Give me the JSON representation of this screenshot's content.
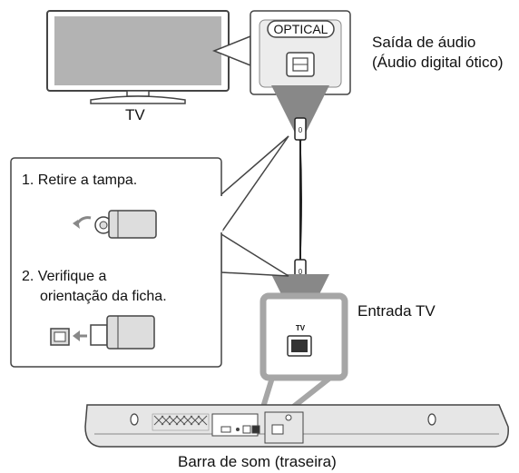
{
  "labels": {
    "tv": "TV",
    "audio_output_line1": "Saída de áudio",
    "audio_output_line2": "(Áudio digital ótico)",
    "tv_input": "Entrada TV",
    "soundbar": "Barra de som (traseira)",
    "optical_badge": "OPTICAL",
    "tv_port_small": "TV"
  },
  "steps": [
    {
      "number": "1.",
      "text_line1": "Retire a tampa."
    },
    {
      "number": "2.",
      "text_line1": "Verifique a",
      "text_line2": "orientação da ficha."
    }
  ],
  "colors": {
    "screen": "#b3b3b3",
    "outline": "#444444",
    "callout_gray": "#a6a6a6",
    "cable": "#222222",
    "soundbar_fill": "#e6e6e6"
  }
}
